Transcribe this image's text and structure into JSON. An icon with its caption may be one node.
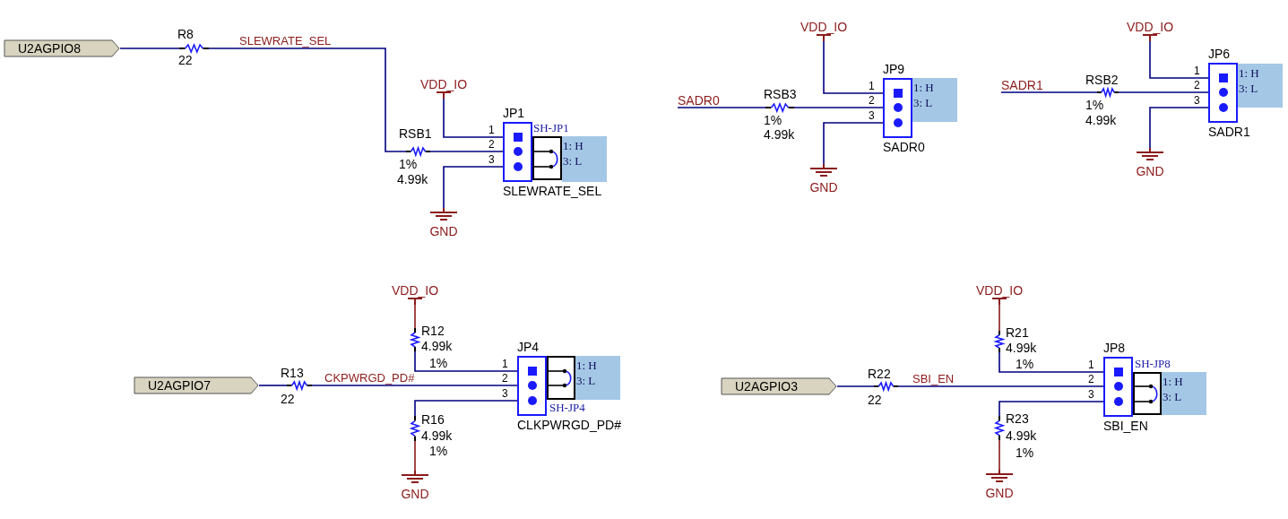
{
  "diagram": {
    "nodes": [
      {
        "text": [
          "U2AGPIO8"
        ]
      },
      {
        "text": [],
        "shape": "resistor",
        "beside": [
          "R8",
          "22"
        ]
      },
      {
        "text": [
          "VDD_IO"
        ]
      },
      {
        "text": [],
        "shape": "resistor",
        "beside": [
          "RSB1",
          "1%",
          "4.99k"
        ]
      },
      {
        "text": [
          "GND"
        ]
      },
      {
        "text": [
          "JP1",
          "SLEWRATE_SEL"
        ],
        "beside": [
          "1",
          "2",
          "3"
        ]
      },
      {
        "text": [
          "1: H",
          "3: L"
        ]
      },
      {
        "text": [
          "VDD_IO"
        ]
      },
      {
        "text": [
          "SADR0"
        ]
      },
      {
        "text": [],
        "shape": "resistor",
        "beside": [
          "RSB3",
          "1%",
          "4.99k"
        ]
      },
      {
        "text": [
          "GND"
        ]
      },
      {
        "text": [
          "JP9",
          "SADR0"
        ],
        "beside": [
          "1",
          "2",
          "3"
        ]
      },
      {
        "text": [
          "1: H",
          "3: L"
        ]
      },
      {
        "text": [
          "VDD_IO"
        ]
      },
      {
        "text": [
          "SADR1"
        ]
      },
      {
        "text": [],
        "shape": "resistor",
        "beside": [
          "RSB2",
          "1%",
          "4.99k"
        ]
      },
      {
        "text": [
          "GND"
        ]
      },
      {
        "text": [
          "JP6",
          "SADR1"
        ],
        "beside": [
          "1",
          "2",
          "3"
        ]
      },
      {
        "text": [
          "1: H",
          "3: L"
        ]
      },
      {
        "text": [
          "VDD_IO"
        ]
      },
      {
        "text": [],
        "shape": "resistor",
        "beside": [
          "R12",
          "4.99k",
          "1%"
        ]
      },
      {
        "text": [
          "U2AGPIO7"
        ]
      },
      {
        "text": [],
        "shape": "resistor",
        "beside": [
          "R13",
          "22"
        ]
      },
      {
        "text": [],
        "shape": "resistor",
        "beside": [
          "R16",
          "4.99k",
          "1%"
        ]
      },
      {
        "text": [
          "GND"
        ]
      },
      {
        "text": [
          "JP4",
          "CLKPWRGD_PD#"
        ],
        "beside": [
          "1",
          "2",
          "3"
        ]
      },
      {
        "text": [
          "1: H",
          "3: L"
        ]
      },
      {
        "text": [
          "VDD_IO"
        ]
      },
      {
        "text": [],
        "shape": "resistor",
        "beside": [
          "R21",
          "4.99k",
          "1%"
        ]
      },
      {
        "text": [
          "U2AGPIO3"
        ]
      },
      {
        "text": [],
        "shape": "resistor",
        "beside": [
          "R22",
          "22"
        ]
      },
      {
        "text": [],
        "shape": "resistor",
        "beside": [
          "R23",
          "4.99k",
          "1%"
        ]
      },
      {
        "text": [
          "GND"
        ]
      },
      {
        "text": [
          "JP8",
          "SBI_EN"
        ],
        "beside": [
          "1",
          "2",
          "3"
        ]
      },
      {
        "text": [
          "1: H",
          "3: L"
        ]
      }
    ],
    "edges": [
      {
        "from": 0,
        "to": 1,
        "arrow": "none"
      },
      {
        "from": 1,
        "to": 3,
        "arrow": "none",
        "label": "SLEWRATE_SEL"
      },
      {
        "from": 3,
        "to": 5,
        "arrow": "none"
      },
      {
        "from": 2,
        "to": 5,
        "arrow": "none"
      },
      {
        "from": 4,
        "to": 5,
        "arrow": "none"
      },
      {
        "from": 8,
        "to": 9,
        "arrow": "none"
      },
      {
        "from": 9,
        "to": 11,
        "arrow": "none"
      },
      {
        "from": 7,
        "to": 11,
        "arrow": "none"
      },
      {
        "from": 10,
        "to": 11,
        "arrow": "none"
      },
      {
        "from": 14,
        "to": 15,
        "arrow": "none"
      },
      {
        "from": 15,
        "to": 17,
        "arrow": "none"
      },
      {
        "from": 13,
        "to": 17,
        "arrow": "none"
      },
      {
        "from": 16,
        "to": 17,
        "arrow": "none"
      },
      {
        "from": 19,
        "to": 20,
        "arrow": "none",
        "color": "#8b1a1a"
      },
      {
        "from": 20,
        "to": 25,
        "arrow": "none"
      },
      {
        "from": 21,
        "to": 22,
        "arrow": "none"
      },
      {
        "from": 22,
        "to": 25,
        "arrow": "none",
        "label": "CKPWRGD_PD#"
      },
      {
        "from": 23,
        "to": 25,
        "arrow": "none"
      },
      {
        "from": 23,
        "to": 24,
        "arrow": "none",
        "color": "#8b1a1a"
      },
      {
        "from": 27,
        "to": 28,
        "arrow": "none",
        "color": "#8b1a1a"
      },
      {
        "from": 28,
        "to": 33,
        "arrow": "none"
      },
      {
        "from": 29,
        "to": 30,
        "arrow": "none"
      },
      {
        "from": 30,
        "to": 33,
        "arrow": "none",
        "label": "SBI_EN"
      },
      {
        "from": 31,
        "to": 33,
        "arrow": "none"
      },
      {
        "from": 31,
        "to": 32,
        "arrow": "none",
        "color": "#8b1a1a"
      }
    ],
    "labels": [
      "SH-JP1",
      "SH-JP4",
      "SH-JP8"
    ]
  }
}
